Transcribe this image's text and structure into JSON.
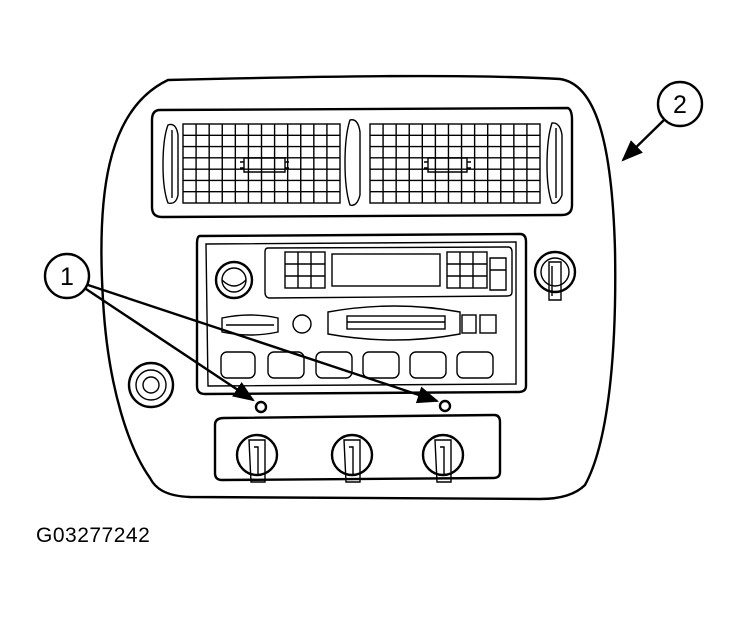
{
  "callouts": {
    "one": "1",
    "two": "2"
  },
  "figure_id": "G03277242",
  "icons": [
    "air-vent-icon",
    "knob-icon",
    "arrow-icon",
    "screw-hole-icon"
  ]
}
